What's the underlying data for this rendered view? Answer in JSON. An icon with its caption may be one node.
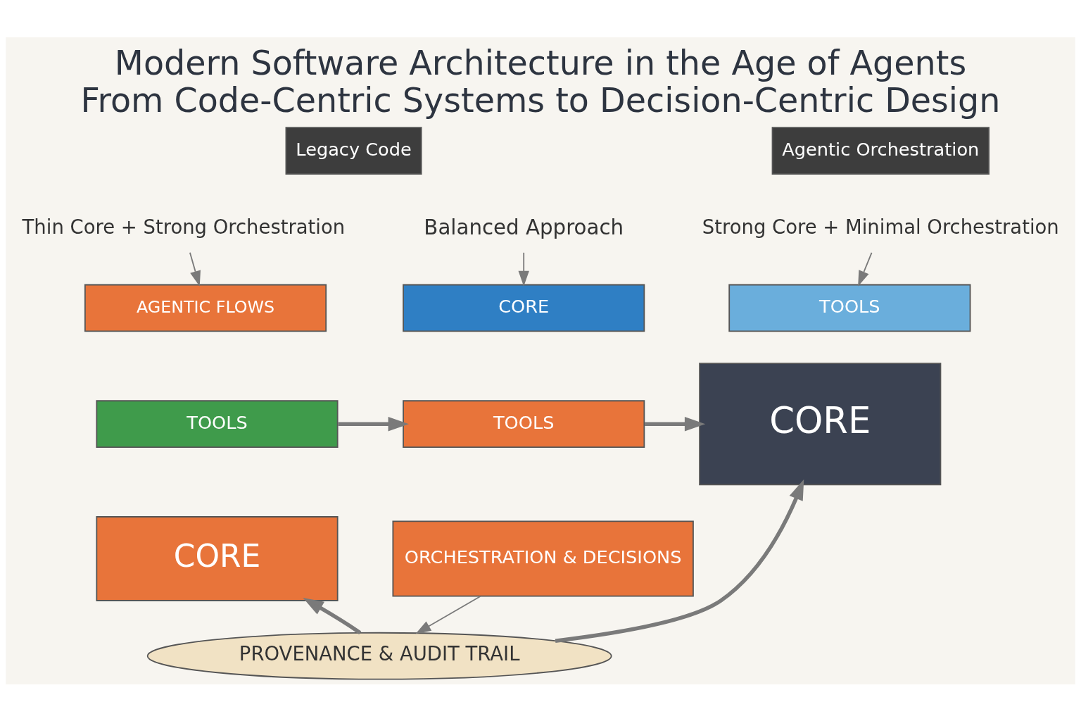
{
  "diagram": {
    "title": "Modern Software Architecture in the Age of Agents",
    "caption": "From Code-Centric Systems to Decision-Centric Design",
    "nodes": [
      {
        "text": [
          "Legacy Code"
        ]
      },
      {
        "text": [
          "Agentic Orchestration"
        ]
      },
      {
        "text": [
          "Thin Core + Strong Orchestration"
        ]
      },
      {
        "text": [
          "AGENTIC FLOWS"
        ]
      },
      {
        "text": [
          "TOOLS"
        ]
      },
      {
        "text": [
          "CORE"
        ]
      },
      {
        "text": [
          "Balanced Approach"
        ]
      },
      {
        "text": [
          "CORE"
        ]
      },
      {
        "text": [
          "TOOLS"
        ]
      },
      {
        "text": [
          "ORCHESTRATION & DECISIONS"
        ]
      },
      {
        "text": [
          "Strong Core + Minimal Orchestration"
        ]
      },
      {
        "text": [
          "TOOLS"
        ]
      },
      {
        "text": [
          "CORE"
        ]
      },
      {
        "text": [
          "PROVENANCE & AUDIT TRAIL"
        ]
      }
    ],
    "edges": [
      {
        "from": 2,
        "to": 3,
        "arrow": "to"
      },
      {
        "from": 6,
        "to": 7,
        "arrow": "to"
      },
      {
        "from": 10,
        "to": 11,
        "arrow": "to"
      },
      {
        "from": 4,
        "to": 8,
        "arrow": "to",
        "style": "thick"
      },
      {
        "from": 8,
        "to": 12,
        "arrow": "to",
        "style": "thick"
      },
      {
        "from": 9,
        "to": 13,
        "arrow": "to"
      },
      {
        "from": 13,
        "to": 5,
        "arrow": "to",
        "style": "thick"
      },
      {
        "from": 13,
        "to": 12,
        "arrow": "to",
        "style": "thick"
      }
    ]
  }
}
